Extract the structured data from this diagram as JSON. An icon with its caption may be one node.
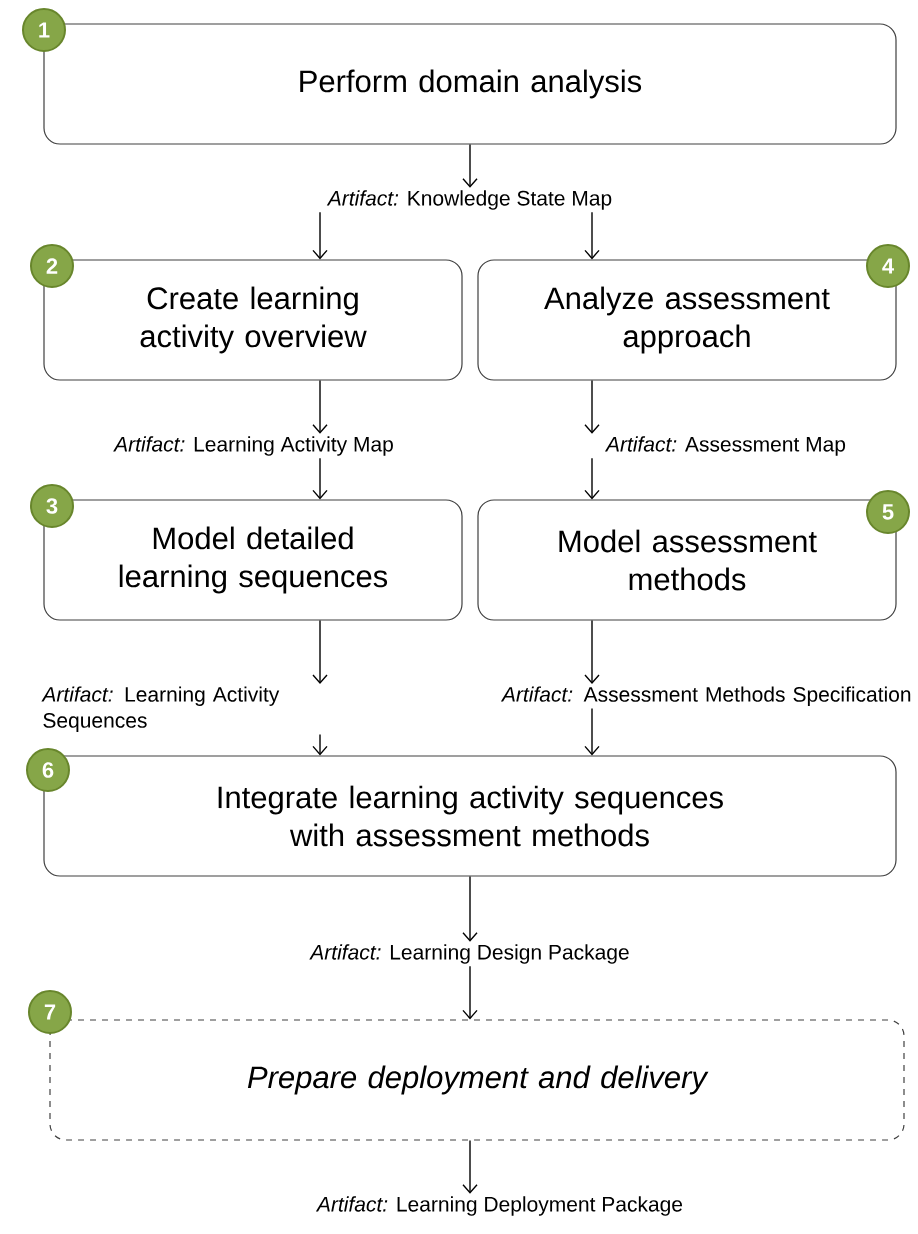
{
  "diagram": {
    "nodes": [
      {
        "text": [
          "1",
          "Perform domain analysis"
        ]
      },
      {
        "text": [
          "*Artifact:* Knowledge State Map"
        ]
      },
      {
        "text": [
          "2",
          "Create learning activity overview"
        ]
      },
      {
        "text": [
          "4",
          "Analyze assessment approach"
        ]
      },
      {
        "text": [
          "*Artifact:* Learning Activity Map"
        ]
      },
      {
        "text": [
          "*Artifact:* Assessment Map"
        ]
      },
      {
        "text": [
          "3",
          "Model detailed learning sequences"
        ]
      },
      {
        "text": [
          "5",
          "Model assessment methods"
        ]
      },
      {
        "text": [
          "*Artifact:* Learning Activity Sequences"
        ]
      },
      {
        "text": [
          "*Artifact:* Assessment Methods Specification"
        ]
      },
      {
        "text": [
          "6",
          "Integrate learning activity sequences with assessment methods"
        ]
      },
      {
        "text": [
          "*Artifact:* Learning Design Package"
        ]
      },
      {
        "text": [
          "7",
          "Prepare deployment and delivery"
        ]
      },
      {
        "text": [
          "*Artifact:* Learning Deployment Package"
        ]
      }
    ],
    "edges": [
      {
        "from": 0,
        "to": 1,
        "arrow": "to"
      },
      {
        "from": 1,
        "to": 2,
        "arrow": "to"
      },
      {
        "from": 1,
        "to": 3,
        "arrow": "to"
      },
      {
        "from": 2,
        "to": 4,
        "arrow": "to"
      },
      {
        "from": 3,
        "to": 5,
        "arrow": "to"
      },
      {
        "from": 4,
        "to": 6,
        "arrow": "to"
      },
      {
        "from": 5,
        "to": 7,
        "arrow": "to"
      },
      {
        "from": 6,
        "to": 8,
        "arrow": "to"
      },
      {
        "from": 7,
        "to": 9,
        "arrow": "to"
      },
      {
        "from": 8,
        "to": 10,
        "arrow": "to"
      },
      {
        "from": 9,
        "to": 10,
        "arrow": "to"
      },
      {
        "from": 10,
        "to": 11,
        "arrow": "to"
      },
      {
        "from": 11,
        "to": 12,
        "arrow": "to"
      },
      {
        "from": 12,
        "to": 13,
        "arrow": "to"
      }
    ]
  }
}
